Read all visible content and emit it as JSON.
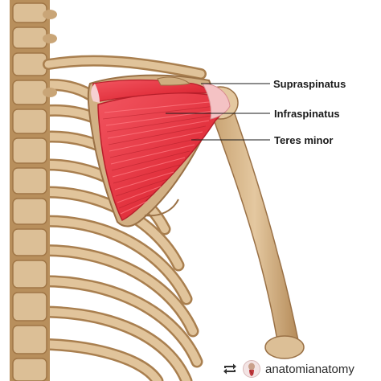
{
  "labels": {
    "supraspinatus": "Supraspinatus",
    "infraspinatus": "Infraspinatus",
    "teres_minor": "Teres minor"
  },
  "footer": {
    "account": "anatomianatomy",
    "icons": [
      "repost-icon",
      "avatar-icon"
    ]
  },
  "colors": {
    "muscle": "#e2313d",
    "tendon": "#f4c2c4",
    "bone": "#d8b98f",
    "bone_shadow": "#a97f4f",
    "leader_line": "#1a1a1a"
  }
}
